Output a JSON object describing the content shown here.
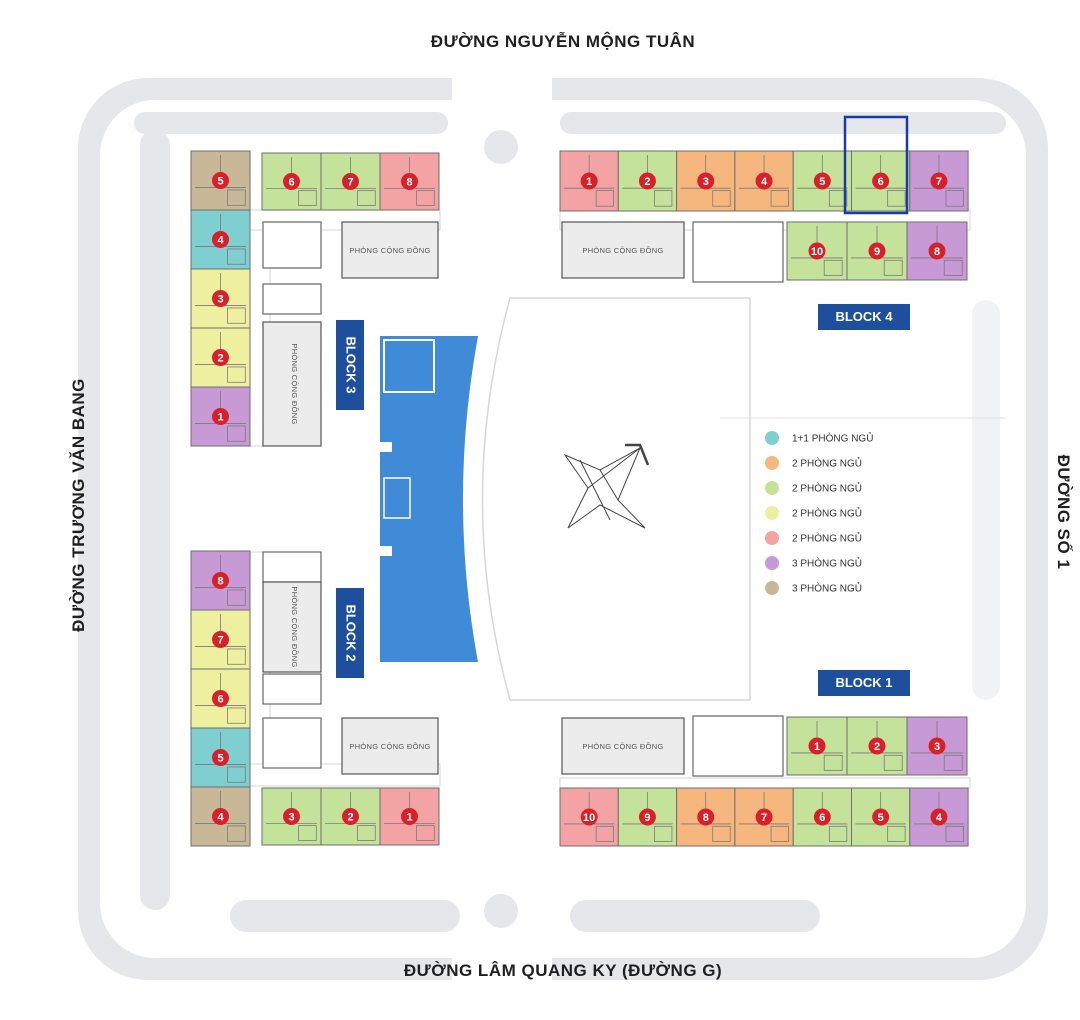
{
  "streets": {
    "top": "ĐƯỜNG NGUYỄN MỘNG TUÂN",
    "bottom": "ĐƯỜNG LÂM QUANG KY (ĐƯỜNG G)",
    "left": "ĐƯỜNG TRƯƠNG VĂN BANG",
    "right": "ĐƯỜNG SỐ 1"
  },
  "colors": {
    "teal": "#7fcfd0",
    "orange": "#f6b77f",
    "green": "#c4e29a",
    "yellow": "#eef0a0",
    "pink": "#f3a3a3",
    "purple": "#c79ad6",
    "tan": "#c9b898",
    "unit_number_badge": "#d8202a",
    "block_label_bg": "#1e4f9c",
    "pool": "#3f8bd8",
    "highlight_box": "#1a3aa8"
  },
  "legend": [
    {
      "color": "teal",
      "label": "1+1 PHÒNG NGỦ"
    },
    {
      "color": "orange",
      "label": "2 PHÒNG NGỦ"
    },
    {
      "color": "green",
      "label": "2 PHÒNG NGỦ"
    },
    {
      "color": "yellow",
      "label": "2 PHÒNG NGỦ"
    },
    {
      "color": "pink",
      "label": "2 PHÒNG NGỦ"
    },
    {
      "color": "purple",
      "label": "3 PHÒNG NGỦ"
    },
    {
      "color": "tan",
      "label": "3 PHÒNG NGỦ"
    }
  ],
  "blocks": {
    "block1": "BLOCK 1",
    "block2": "BLOCK 2",
    "block3": "BLOCK 3",
    "block4": "BLOCK 4"
  },
  "common_room": "PHÒNG CỘNG ĐỒNG",
  "units": {
    "block3_left": [
      {
        "n": "5",
        "color": "tan"
      },
      {
        "n": "4",
        "color": "teal"
      },
      {
        "n": "3",
        "color": "yellow"
      },
      {
        "n": "2",
        "color": "yellow"
      },
      {
        "n": "1",
        "color": "purple"
      }
    ],
    "block3_top": [
      {
        "n": "6",
        "color": "green"
      },
      {
        "n": "7",
        "color": "green"
      },
      {
        "n": "8",
        "color": "pink"
      }
    ],
    "block2_left": [
      {
        "n": "8",
        "color": "purple"
      },
      {
        "n": "7",
        "color": "yellow"
      },
      {
        "n": "6",
        "color": "yellow"
      },
      {
        "n": "5",
        "color": "teal"
      },
      {
        "n": "4",
        "color": "tan"
      }
    ],
    "block2_bottom": [
      {
        "n": "3",
        "color": "green"
      },
      {
        "n": "2",
        "color": "green"
      },
      {
        "n": "1",
        "color": "pink"
      }
    ],
    "block4_top": [
      {
        "n": "1",
        "color": "pink"
      },
      {
        "n": "2",
        "color": "green"
      },
      {
        "n": "3",
        "color": "orange"
      },
      {
        "n": "4",
        "color": "orange"
      },
      {
        "n": "5",
        "color": "green"
      },
      {
        "n": "6",
        "color": "green"
      },
      {
        "n": "7",
        "color": "purple"
      }
    ],
    "block4_second": [
      {
        "n": "10",
        "color": "green"
      },
      {
        "n": "9",
        "color": "green"
      },
      {
        "n": "8",
        "color": "purple"
      }
    ],
    "block1_upper": [
      {
        "n": "1",
        "color": "green"
      },
      {
        "n": "2",
        "color": "green"
      },
      {
        "n": "3",
        "color": "purple"
      }
    ],
    "block1_bottom": [
      {
        "n": "10",
        "color": "pink"
      },
      {
        "n": "9",
        "color": "green"
      },
      {
        "n": "8",
        "color": "orange"
      },
      {
        "n": "7",
        "color": "orange"
      },
      {
        "n": "6",
        "color": "green"
      },
      {
        "n": "5",
        "color": "green"
      },
      {
        "n": "4",
        "color": "purple"
      }
    ]
  }
}
